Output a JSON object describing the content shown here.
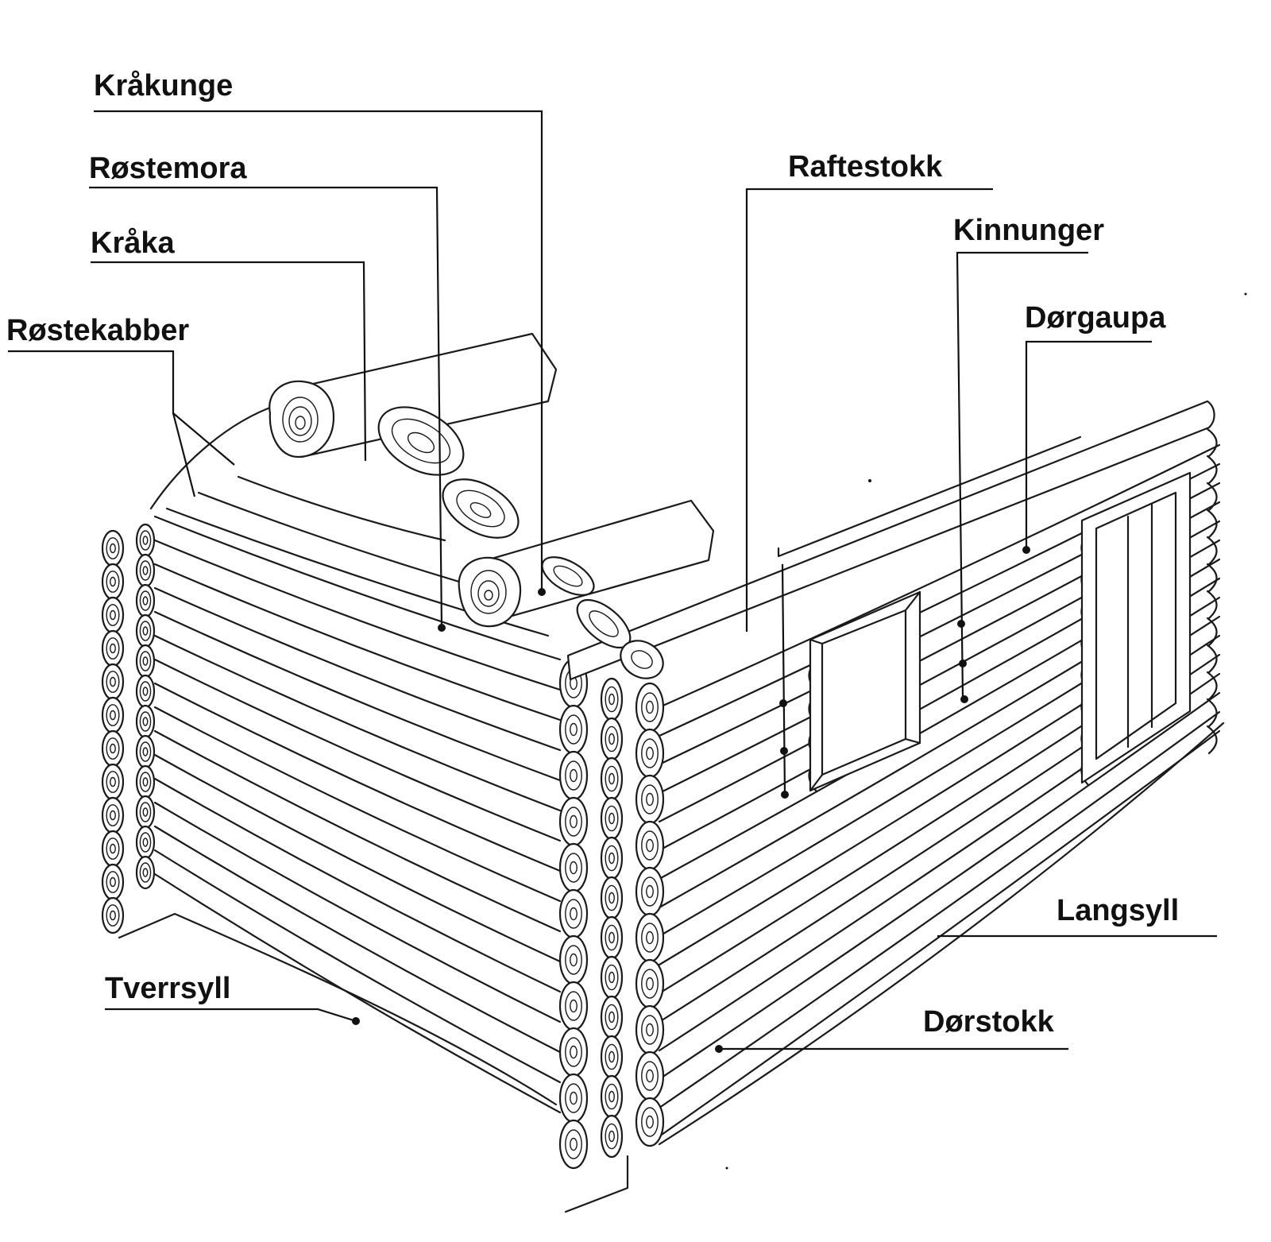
{
  "diagram": {
    "labels": {
      "krakunge": "Kråkunge",
      "rostemora": "Røstemora",
      "kraka": "Kråka",
      "rostekabber": "Røstekabber",
      "raftestokk": "Raftestokk",
      "kinnunger": "Kinnunger",
      "dorgaupa": "Dørgaupa",
      "langsyll": "Langsyll",
      "tverrsyll": "Tverrsyll",
      "dorstokk": "Dørstokk"
    }
  }
}
